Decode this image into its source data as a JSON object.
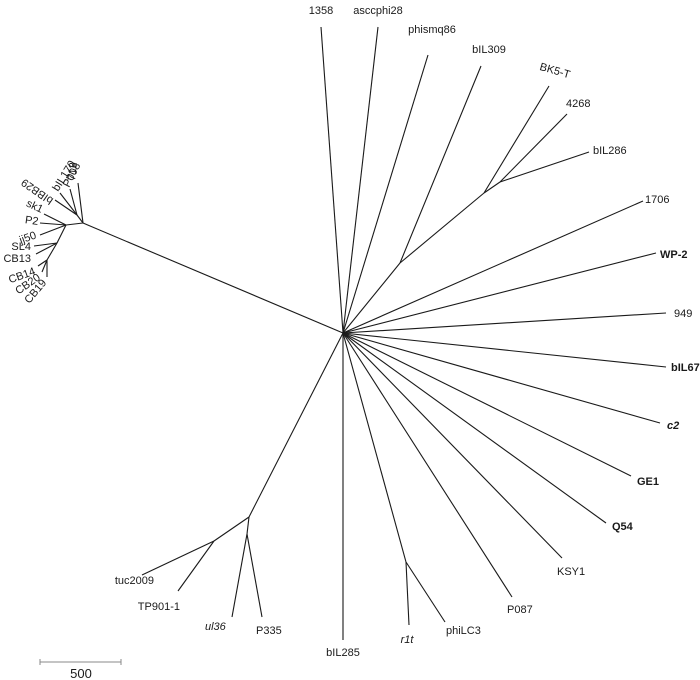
{
  "tree": {
    "leaves": [
      {
        "id": "1358",
        "label": "1358",
        "bold": false,
        "italic": false
      },
      {
        "id": "asccphi28",
        "label": "asccphi28",
        "bold": false,
        "italic": false
      },
      {
        "id": "phismq86",
        "label": "phismq86",
        "bold": false,
        "italic": false
      },
      {
        "id": "bIL309",
        "label": "bIL309",
        "bold": false,
        "italic": false
      },
      {
        "id": "BK5-T",
        "label": "BK5-T",
        "bold": false,
        "italic": false
      },
      {
        "id": "4268",
        "label": "4268",
        "bold": false,
        "italic": false
      },
      {
        "id": "bIL286",
        "label": "bIL286",
        "bold": false,
        "italic": false
      },
      {
        "id": "1706",
        "label": "1706",
        "bold": false,
        "italic": false
      },
      {
        "id": "WP-2",
        "label": "WP-2",
        "bold": true,
        "italic": false
      },
      {
        "id": "949",
        "label": "949",
        "bold": false,
        "italic": false
      },
      {
        "id": "bIL67",
        "label": "bIL67",
        "bold": true,
        "italic": false
      },
      {
        "id": "c2",
        "label": "c2",
        "bold": true,
        "italic": true
      },
      {
        "id": "GE1",
        "label": "GE1",
        "bold": true,
        "italic": false
      },
      {
        "id": "Q54",
        "label": "Q54",
        "bold": true,
        "italic": false
      },
      {
        "id": "KSY1",
        "label": "KSY1",
        "bold": false,
        "italic": false
      },
      {
        "id": "P087",
        "label": "P087",
        "bold": false,
        "italic": false
      },
      {
        "id": "phiLC3",
        "label": "phiLC3",
        "bold": false,
        "italic": false
      },
      {
        "id": "r1t",
        "label": "r1t",
        "bold": false,
        "italic": true
      },
      {
        "id": "bIL285",
        "label": "bIL285",
        "bold": false,
        "italic": false
      },
      {
        "id": "P335",
        "label": "P335",
        "bold": false,
        "italic": false
      },
      {
        "id": "ul36",
        "label": "ul36",
        "bold": false,
        "italic": true
      },
      {
        "id": "TP901-1",
        "label": "TP901-1",
        "bold": false,
        "italic": false
      },
      {
        "id": "tuc2009",
        "label": "tuc2009",
        "bold": false,
        "italic": false
      },
      {
        "id": "712",
        "label": "712",
        "bold": false,
        "italic": false
      },
      {
        "id": "P008",
        "label": "P008",
        "bold": false,
        "italic": false
      },
      {
        "id": "bIL170",
        "label": "bIL170",
        "bold": false,
        "italic": false
      },
      {
        "id": "bIBB29",
        "label": "bIBB29",
        "bold": false,
        "italic": false
      },
      {
        "id": "sk1",
        "label": "sk1",
        "bold": false,
        "italic": false
      },
      {
        "id": "P2",
        "label": "P2",
        "bold": false,
        "italic": false
      },
      {
        "id": "jj50",
        "label": "jj50",
        "bold": false,
        "italic": false
      },
      {
        "id": "SL4",
        "label": "SL4",
        "bold": false,
        "italic": false
      },
      {
        "id": "CB13",
        "label": "CB13",
        "bold": false,
        "italic": false
      },
      {
        "id": "CB14",
        "label": "CB14",
        "bold": false,
        "italic": false
      },
      {
        "id": "CB20",
        "label": "CB20",
        "bold": false,
        "italic": false
      },
      {
        "id": "CB19",
        "label": "CB19",
        "bold": false,
        "italic": false
      }
    ]
  },
  "scale_bar": {
    "label": "500"
  }
}
